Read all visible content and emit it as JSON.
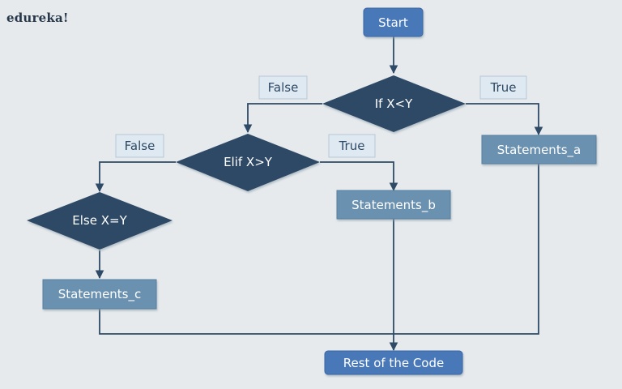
{
  "logo": "edureka!",
  "nodes": {
    "start": "Start",
    "if_cond": "If X<Y",
    "elif_cond": "Elif X>Y",
    "else_cond": "Else X=Y",
    "statements_a": "Statements_a",
    "statements_b": "Statements_b",
    "statements_c": "Statements_c",
    "rest": "Rest of the Code"
  },
  "labels": {
    "if_true": "True",
    "if_false": "False",
    "elif_true": "True",
    "elif_false": "False"
  },
  "colors": {
    "background": "#e6eaed",
    "terminal": "#4a78b8",
    "decision": "#2e4a66",
    "process": "#6b91b0",
    "label_box": "#dfe9f1",
    "connector": "#2e4a66"
  }
}
